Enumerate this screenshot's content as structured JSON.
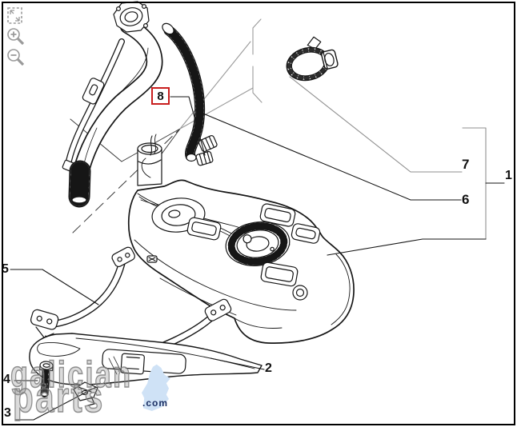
{
  "viewer": {
    "toolbar": [
      {
        "name": "fit-to-screen",
        "glyph": "⛶"
      },
      {
        "name": "zoom-in",
        "glyph": "+"
      },
      {
        "name": "zoom-out",
        "glyph": "−"
      }
    ]
  },
  "callouts": {
    "c1": {
      "label": "1"
    },
    "c2": {
      "label": "2"
    },
    "c3": {
      "label": "3"
    },
    "c4": {
      "label": "4"
    },
    "c5": {
      "label": "5"
    },
    "c6": {
      "label": "6"
    },
    "c7": {
      "label": "7"
    },
    "c8": {
      "label": "8",
      "highlighted": true
    }
  },
  "watermark": {
    "word1": "galician",
    "word2": "parts",
    "suffix": ".com"
  },
  "colors": {
    "line": "#161616",
    "leader_gray": "#8f8f8f",
    "highlight_box": "#c81e1e",
    "watermark_gray": "#8c8c8c",
    "watermark_blue": "#cfe2f6",
    "dotcom_navy": "#1b2f63"
  }
}
